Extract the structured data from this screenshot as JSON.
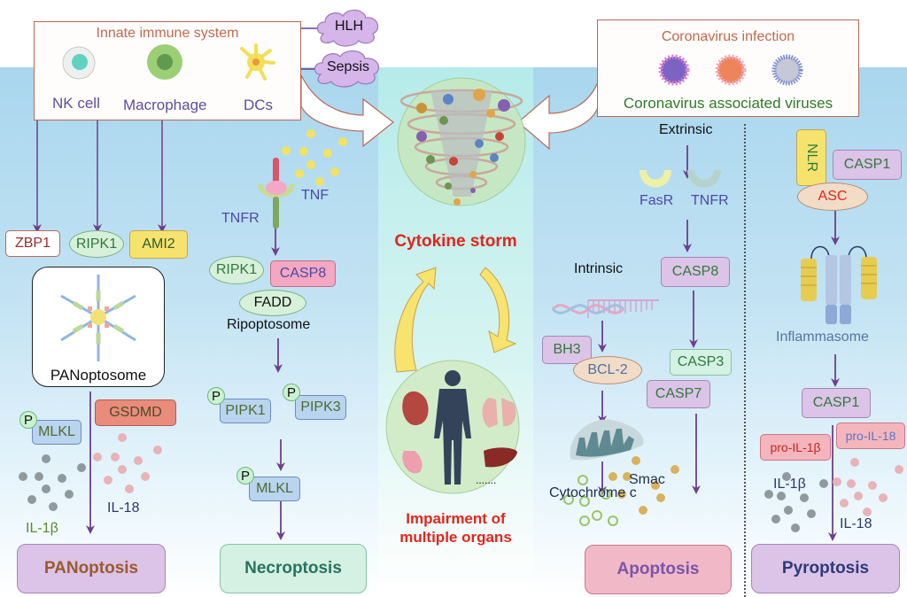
{
  "innate_immune": {
    "title": "Innate immune system",
    "cells": [
      {
        "name": "NK cell"
      },
      {
        "name": "Macrophage"
      },
      {
        "name": "DCs"
      }
    ]
  },
  "triggers": [
    "HLH",
    "Sepsis"
  ],
  "coronavirus": {
    "title": "Coronavirus infection",
    "subtitle": "Coronavirus associated viruses"
  },
  "center": {
    "cytokine_storm": "Cytokine storm",
    "organs_line1": "Impairment of",
    "organs_line2": "multiple organs",
    "ellipsis": "......."
  },
  "panoptosis": {
    "sensors": [
      "ZBP1",
      "RIPK1",
      "AMI2"
    ],
    "complex": "PANoptosome",
    "p_label": "P",
    "mlkl": "MLKL",
    "gsdmd": "GSDMD",
    "il1b": "IL-1β",
    "il18": "IL-18",
    "outcome": "PANoptosis"
  },
  "necroptosis": {
    "tnf": "TNF",
    "tnfr": "TNFR",
    "ripk1": "RIPK1",
    "casp8": "CASP8",
    "fadd": "FADD",
    "complex": "Ripoptosome",
    "p_label": "P",
    "pipk1": "PIPK1",
    "pipk3": "PIPK3",
    "mlkl": "MLKL",
    "outcome": "Necroptosis"
  },
  "apoptosis": {
    "extrinsic": "Extrinsic",
    "fasr": "FasR",
    "tnfr": "TNFR",
    "casp8": "CASP8",
    "intrinsic": "Intrinsic",
    "bh3": "BH3",
    "bcl2": "BCL-2",
    "casp3": "CASP3",
    "casp7": "CASP7",
    "smac": "Smac",
    "cytochrome": "Cytochrome c",
    "outcome": "Apoptosis"
  },
  "pyroptosis": {
    "nlr": "NLR",
    "casp1_top": "CASP1",
    "asc": "ASC",
    "inflammasome": "Inflammasome",
    "casp1": "CASP1",
    "pro_il1b": "pro-IL-1β",
    "pro_il18": "pro-IL-18",
    "il1b": "IL-1β",
    "il18": "IL-18",
    "outcome": "Pyroptosis"
  },
  "colors": {
    "arrow": "#6c3f8c",
    "red_text": "#e0261c",
    "blue_label": "#4a4aa8",
    "green_text": "#2f7a3a"
  }
}
